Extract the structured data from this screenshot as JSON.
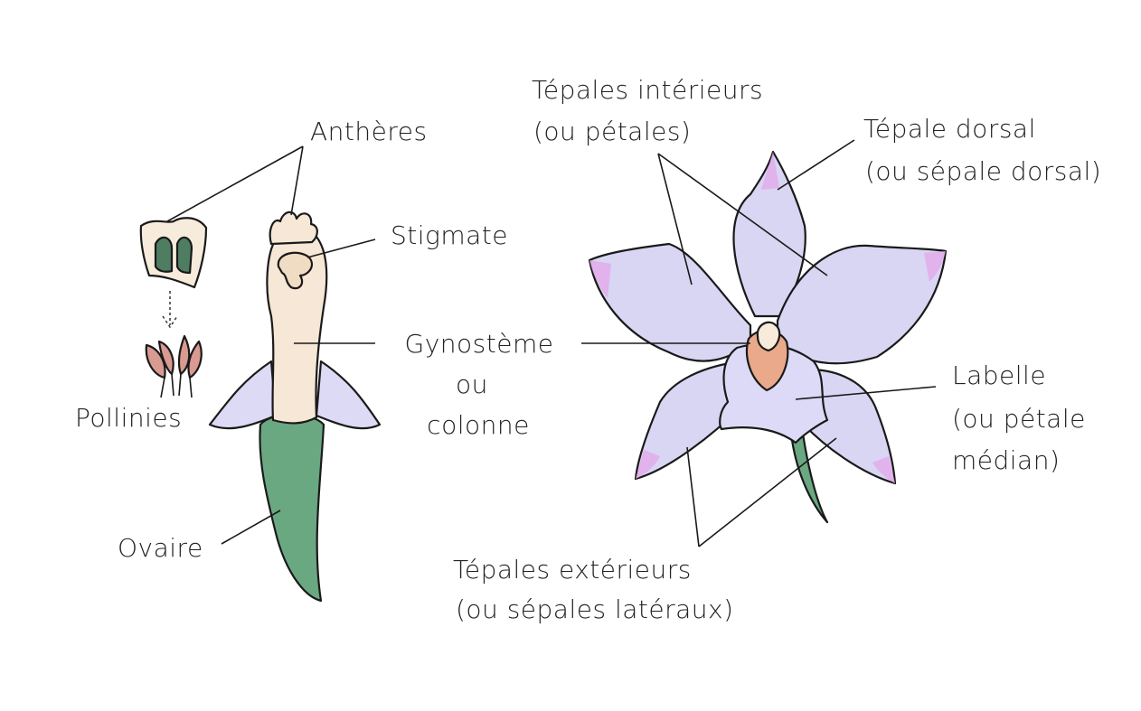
{
  "colors": {
    "petal": "#d8d6f3",
    "petal_tip": "#e3a9e8",
    "column": "#f6e7d6",
    "labellum_center": "#e9a98a",
    "ovary": "#6aa882",
    "anther_cap": "#f7ecdc",
    "pollinia": "#d99a92"
  },
  "labels": {
    "antheres": "Anthères",
    "stigmate": "Stigmate",
    "gynosteme_1": "Gynostème",
    "gynosteme_2": "ou",
    "gynosteme_3": "colonne",
    "pollinies": "Pollinies",
    "ovaire": "Ovaire",
    "tepales_interieurs_1": "Tépales intérieurs",
    "tepales_interieurs_2": "(ou pétales)",
    "tepale_dorsal_1": "Tépale dorsal",
    "tepale_dorsal_2": "(ou sépale dorsal)",
    "labelle_1": "Labelle",
    "labelle_2": "(ou pétale",
    "labelle_3": "médian)",
    "tepales_exterieurs_1": "Tépales extérieurs",
    "tepales_exterieurs_2": "(ou sépales latéraux)"
  }
}
